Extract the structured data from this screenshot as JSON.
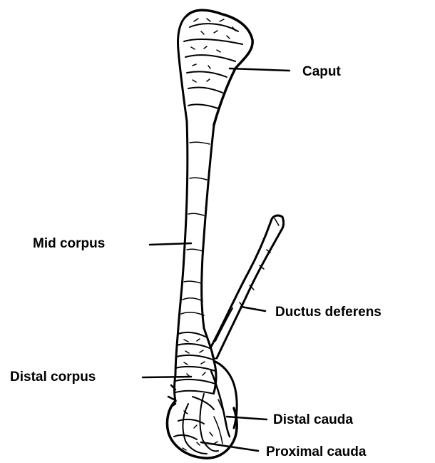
{
  "labels": {
    "caput": "Caput",
    "mid_corpus": "Mid corpus",
    "ductus_deferens": "Ductus deferens",
    "distal_corpus": "Distal corpus",
    "distal_cauda": "Distal cauda",
    "proximal_cauda": "Proximal cauda"
  },
  "colors": {
    "ink": "#000000",
    "background": "#ffffff"
  }
}
